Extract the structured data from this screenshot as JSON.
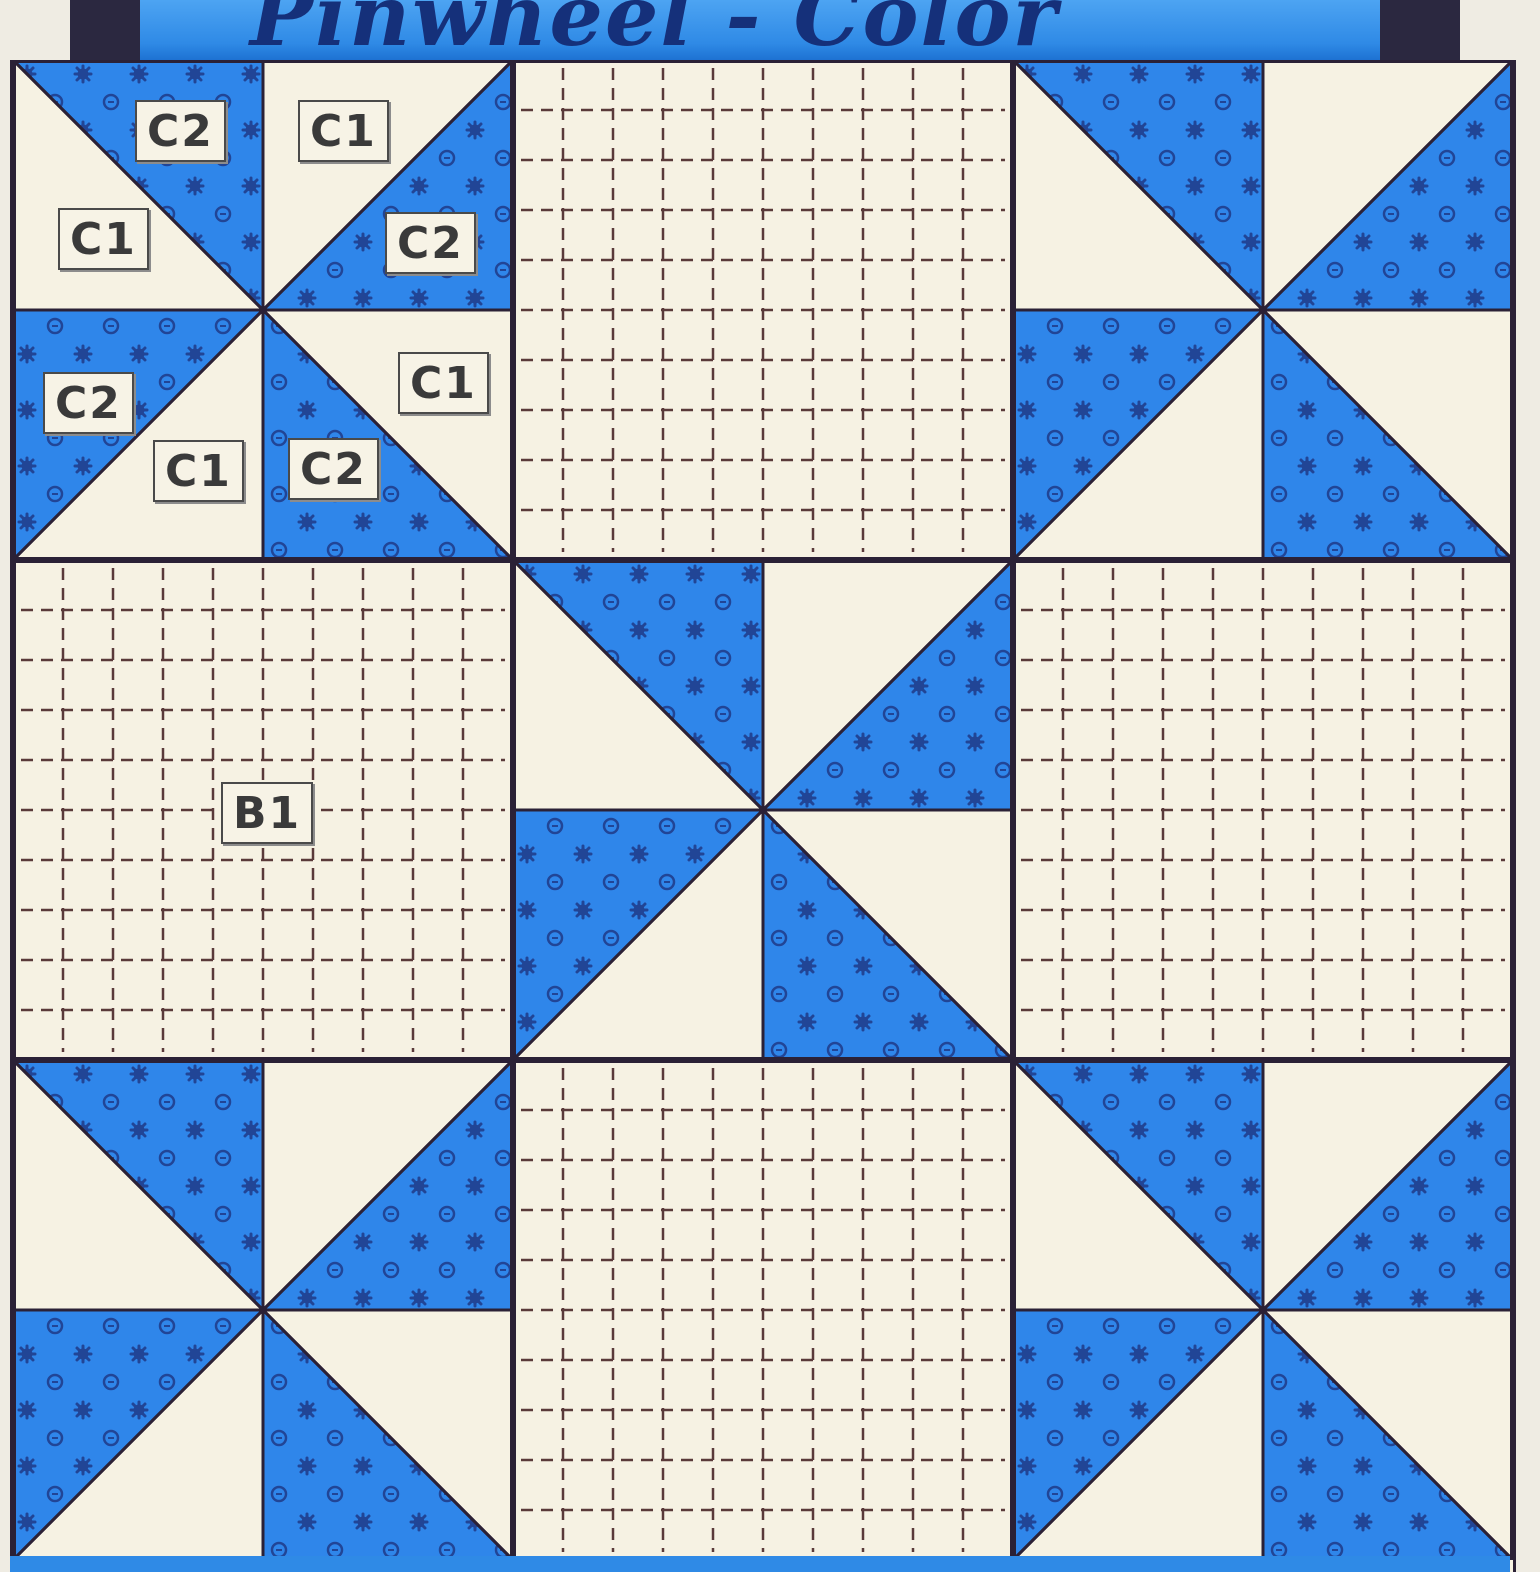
{
  "title": "Pinwheel - Color",
  "colors": {
    "blue": "#2f86ea",
    "blue_dark": "#1a5cc4",
    "cream": "#f6f2e3",
    "outline": "#2b2136",
    "print": "#1c2f7a"
  },
  "labels": {
    "c2_a": "C2",
    "c1_a": "C1",
    "c1_b": "C1",
    "c2_b": "C2",
    "c2_c": "C2",
    "c1_c": "C1",
    "c1_d": "C1",
    "c2_d": "C2",
    "b1": "B1"
  },
  "layout_grid": [
    [
      "pinwheel",
      "plain",
      "pinwheel"
    ],
    [
      "plain",
      "pinwheel",
      "plain"
    ],
    [
      "pinwheel",
      "plain",
      "pinwheel"
    ]
  ]
}
